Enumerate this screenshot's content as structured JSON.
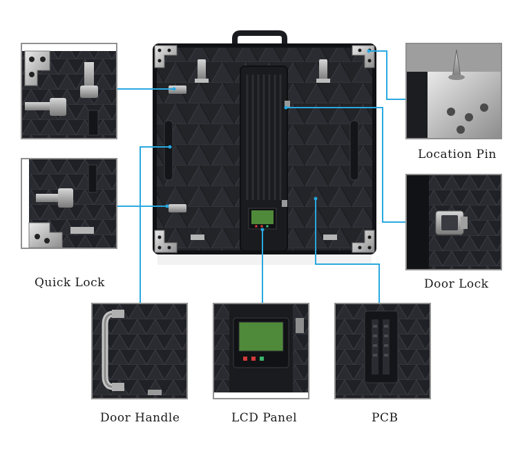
{
  "callouts": {
    "location_pin": "Location Pin",
    "quick_lock": "Quick Lock",
    "door_lock": "Door Lock",
    "door_handle": "Door Handle",
    "lcd_panel": "LCD Panel",
    "pcb": "PCB"
  },
  "colors": {
    "leader_line": "#29a8e0",
    "frame_border": "#8f8f8f",
    "cabinet": "#1c1d21",
    "lcd_screen": "#4f8a3a"
  }
}
